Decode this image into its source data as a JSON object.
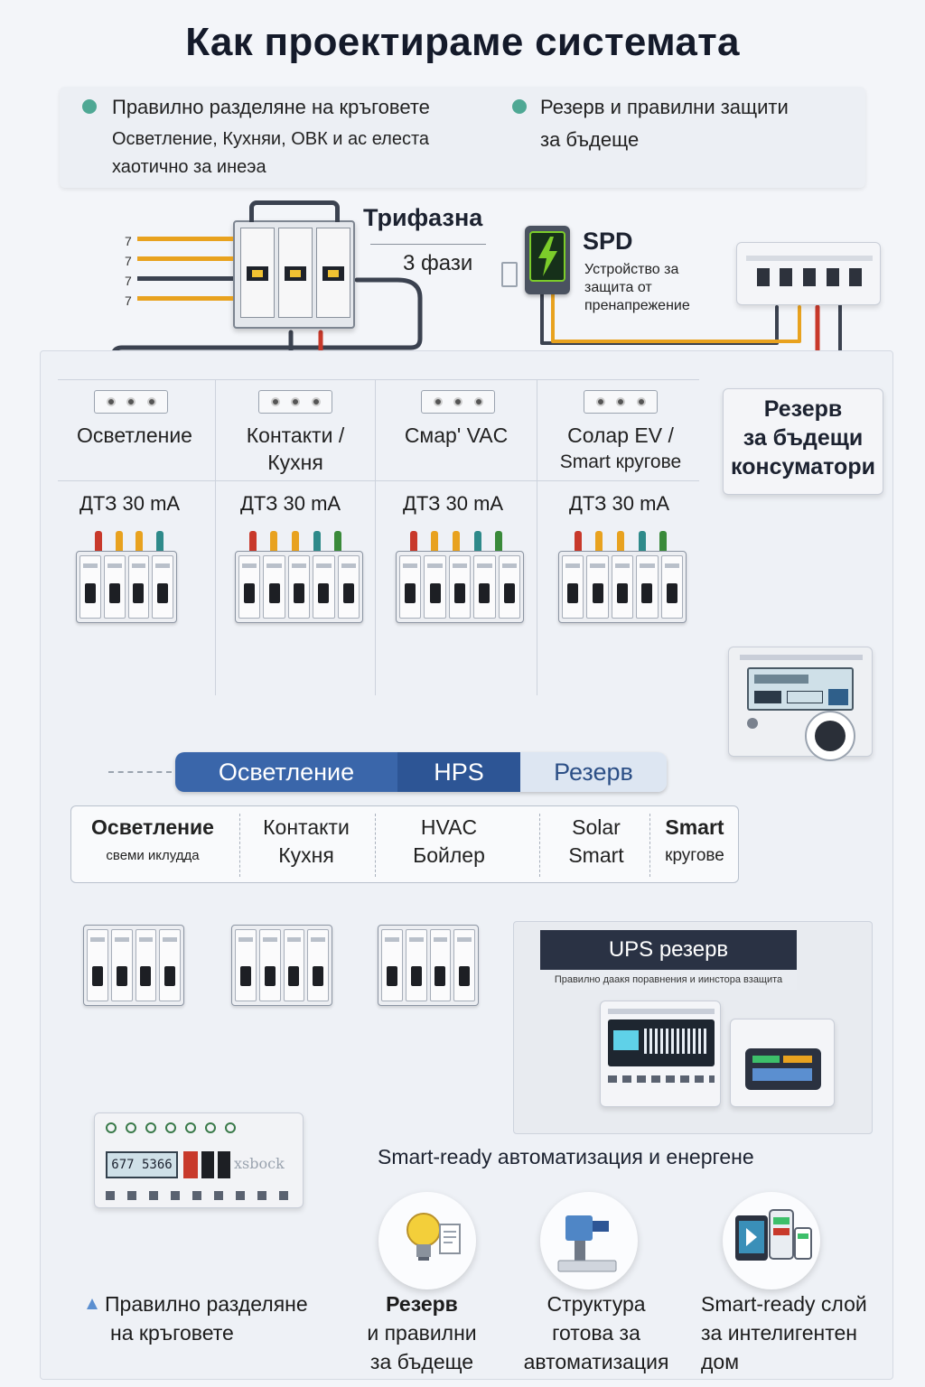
{
  "title": "Как проектираме системата",
  "intro": {
    "left_heading": "Правилно разделяне на кръговете",
    "left_line2": "Осветление, Кухняи, ОВК и ас елеста",
    "left_line3": "хаотично за инеэа",
    "right_heading": "Резерв и правилни защити",
    "right_line2": "за бъдеще"
  },
  "supply": {
    "heading": "Трифазна",
    "phases": "3 фази",
    "wire_markers": [
      "7",
      "7",
      "7",
      "7"
    ]
  },
  "spd": {
    "heading": "SPD",
    "desc_line1": "Устройство за",
    "desc_line2": "защита от",
    "desc_line3": "пренапрежение",
    "icon": "lightning-bolt-icon"
  },
  "distribution": {
    "columns": [
      {
        "line1": "Осветление",
        "line2": "",
        "rcd": "ДТЗ 30 mA"
      },
      {
        "line1": "Контакти /",
        "line2": "Кухня",
        "rcd": "ДТЗ 30 mA"
      },
      {
        "line1": "Смар' VAC",
        "line2": "",
        "rcd": "ДТЗ 30 mA"
      },
      {
        "line1": "Солар EV /",
        "line2": "Smart кругове",
        "rcd": "ДТЗ 30 mA"
      }
    ],
    "reserve_card": {
      "line1": "Резерв",
      "line2": "за бъдещи",
      "line3": "консуматори"
    }
  },
  "tabs": [
    "Осветление",
    "HPS",
    "Резерв"
  ],
  "circuits": [
    {
      "line1": "Осветление",
      "line2": "свеми иклудда"
    },
    {
      "line1": "Контакти",
      "line2": "Кухня"
    },
    {
      "line1": "HVAC",
      "line2": "Бойлер"
    },
    {
      "line1": "Solar",
      "line2": "Smart"
    },
    {
      "line1": "Smart",
      "line2": "кругове"
    }
  ],
  "ups": {
    "banner": "UPS резерв",
    "subtitle": "Правилно даакя поравнения и иинстора взащита"
  },
  "meter": {
    "display": "677 5366",
    "brand": "xsbock"
  },
  "automation": {
    "heading": "Smart-ready автоматизация и енергене",
    "steps": [
      {
        "icon": "light-bulb-icon",
        "line1": "Правилно разделяне",
        "line2": "на кръговете",
        "line3": ""
      },
      {
        "icon": "light-bulb-icon",
        "line1": "Резерв",
        "line2": "и правилни",
        "line3": "за бъдеще"
      },
      {
        "icon": "smart-actuator-icon",
        "line1": "Структура",
        "line2": "готова за",
        "line3": "автоматизация"
      },
      {
        "icon": "smart-devices-icon",
        "line1": "Smart-ready слой",
        "line2": "за интелигентен",
        "line3": "дом"
      }
    ]
  },
  "colors": {
    "accent_teal": "#4fa894",
    "wire_orange": "#e8a21f",
    "wire_red": "#c8392b",
    "wire_dark": "#3b4250",
    "tab_blue": "#3a66aa",
    "spd_green": "#7ccc2a"
  }
}
